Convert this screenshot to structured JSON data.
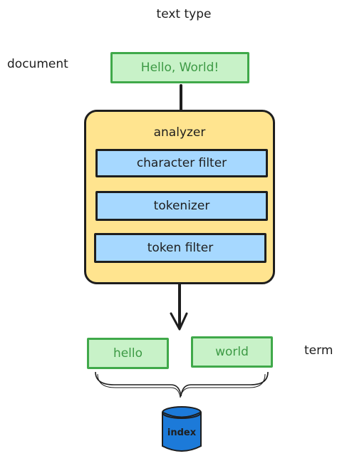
{
  "header": {
    "title": "text type"
  },
  "labels": {
    "document": "document",
    "term": "term"
  },
  "document_box": {
    "text": "Hello, World!"
  },
  "analyzer": {
    "title": "analyzer",
    "stages": [
      "character filter",
      "tokenizer",
      "token filter"
    ]
  },
  "terms": [
    "hello",
    "world"
  ],
  "storage": {
    "label": "index"
  },
  "colors": {
    "green_fill": "#c8f2c8",
    "green_stroke": "#40a94a",
    "analyzer_fill": "#ffe48f",
    "stage_fill": "#a6d8ff",
    "db_fill": "#1c7ad9"
  }
}
